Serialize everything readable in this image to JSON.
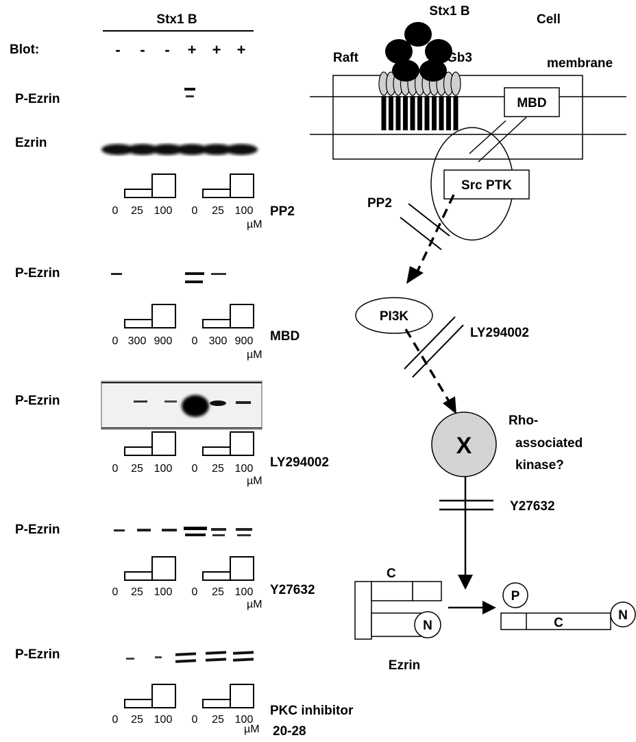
{
  "header": {
    "treatment": "Stx1 B",
    "blot_label": "Blot:",
    "signs": [
      "-",
      "-",
      "-",
      "+",
      "+",
      "+"
    ]
  },
  "blots": {
    "p_ezrin": "P-Ezrin",
    "ezrin": "Ezrin"
  },
  "panels": [
    {
      "inhibitor": "PP2",
      "doses": [
        "0",
        "25",
        "100",
        "0",
        "25",
        "100"
      ],
      "unit": "µM"
    },
    {
      "inhibitor": "MBD",
      "doses": [
        "0",
        "300",
        "900",
        "0",
        "300",
        "900"
      ],
      "unit": "µM"
    },
    {
      "inhibitor": "LY294002",
      "doses": [
        "0",
        "25",
        "100",
        "0",
        "25",
        "100"
      ],
      "unit": "µM"
    },
    {
      "inhibitor": "Y27632",
      "doses": [
        "0",
        "25",
        "100",
        "0",
        "25",
        "100"
      ],
      "unit": "µM"
    },
    {
      "inhibitor": "PKC inhibitor",
      "inhibitor_line2": "20-28",
      "doses": [
        "0",
        "25",
        "100",
        "0",
        "25",
        "100"
      ],
      "unit": "µM"
    }
  ],
  "diagram": {
    "stx": "Stx1 B",
    "raft": "Raft",
    "gb3": "Gb3",
    "cell": "Cell",
    "membrane": "membrane",
    "mbd": "MBD",
    "src": "Src PTK",
    "pp2": "PP2",
    "pi3k": "PI3K",
    "ly": "LY294002",
    "x": "X",
    "rho1": "Rho-",
    "rho2": "associated",
    "rho3": "kinase?",
    "y27632": "Y27632",
    "c_label": "C",
    "n_label": "N",
    "ezrin": "Ezrin",
    "p_label": "P",
    "c2_label": "C",
    "n2_label": "N"
  }
}
